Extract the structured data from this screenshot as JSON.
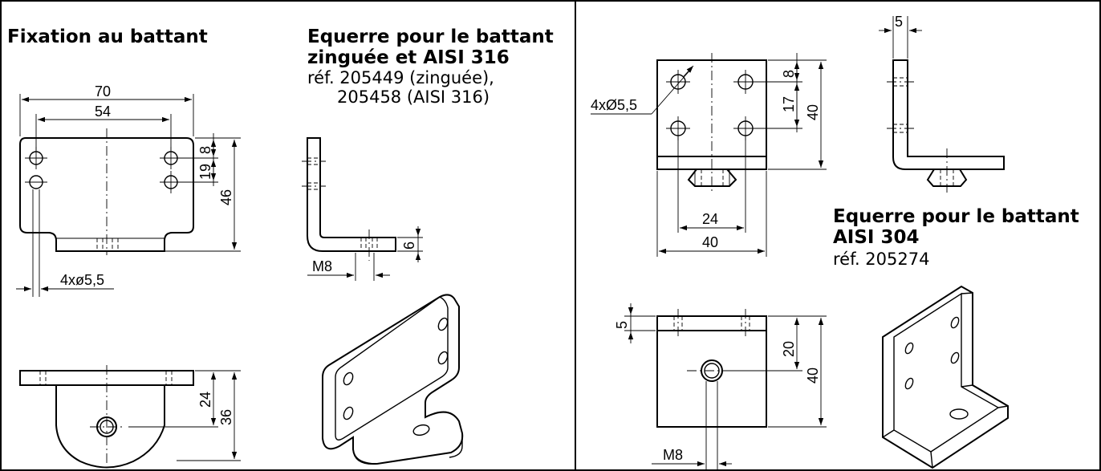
{
  "left_panel": {
    "title": "Fixation au battant",
    "bracket_title_line1": "Equerre pour le battant",
    "bracket_title_line2": "zinguée et AISI 316",
    "ref_line1": "réf. 205449 (zinguée),",
    "ref_line2": "205458 (AISI 316)",
    "dims": {
      "width_overall": "70",
      "hole_spacing_h": "54",
      "top_edge_to_hole": "8",
      "hole_spacing_v": "19",
      "height_overall": "46",
      "holes": "4xø5,5",
      "thickness": "6",
      "thread": "M8",
      "depth_to_hole": "24",
      "depth_overall": "36"
    }
  },
  "right_panel": {
    "bracket_title_line1": "Equerre pour le battant",
    "bracket_title_line2": "AISI 304",
    "ref_line1": "réf. 205274",
    "dims": {
      "holes": "4xØ5,5",
      "top_edge_to_hole": "8",
      "hole_spacing_v": "17",
      "height_overall": "40",
      "thickness_top": "5",
      "hole_spacing_h": "24",
      "width_overall": "40",
      "thickness_front": "5",
      "depth_to_hole": "20",
      "depth_overall": "40",
      "thread": "M8"
    }
  }
}
